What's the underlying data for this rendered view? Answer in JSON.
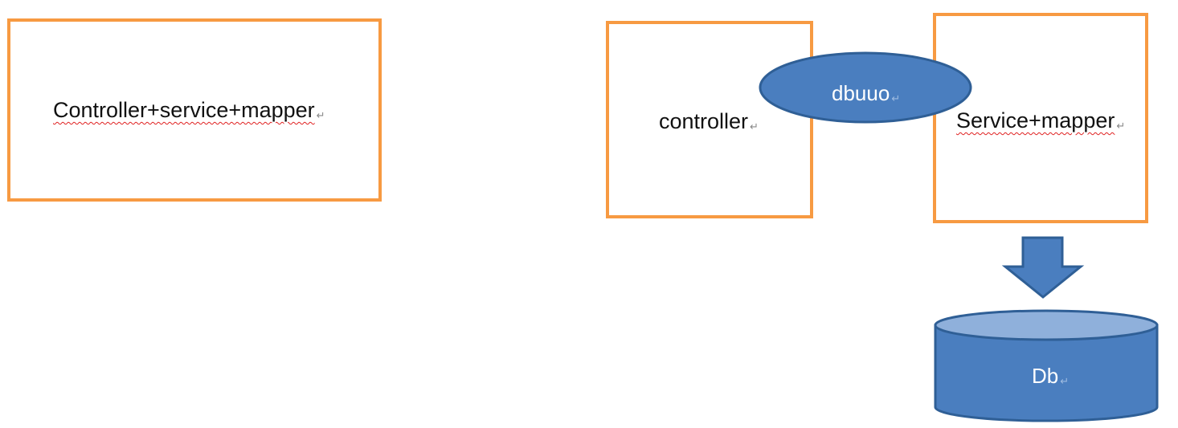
{
  "diagram": {
    "left_box": {
      "label": "Controller+service+mapper"
    },
    "controller_box": {
      "label": "controller"
    },
    "service_box": {
      "label": "Service+mapper"
    },
    "ellipse": {
      "label": "dbuuo"
    },
    "database": {
      "label": "Db"
    },
    "paragraph_mark": "↵"
  },
  "colors": {
    "box_border": "#f79a42",
    "shape_fill": "#4a7ebf",
    "shape_stroke": "#2f5f96",
    "db_top": "#8fb0db"
  }
}
